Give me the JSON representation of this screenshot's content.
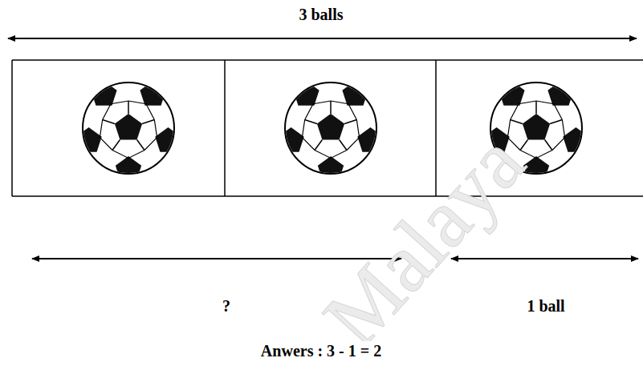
{
  "diagram": {
    "labels": [
      "3 balls",
      "?",
      "1 ball",
      "Anwers : 3 - 1 = 2",
      "Malaya"
    ]
  }
}
